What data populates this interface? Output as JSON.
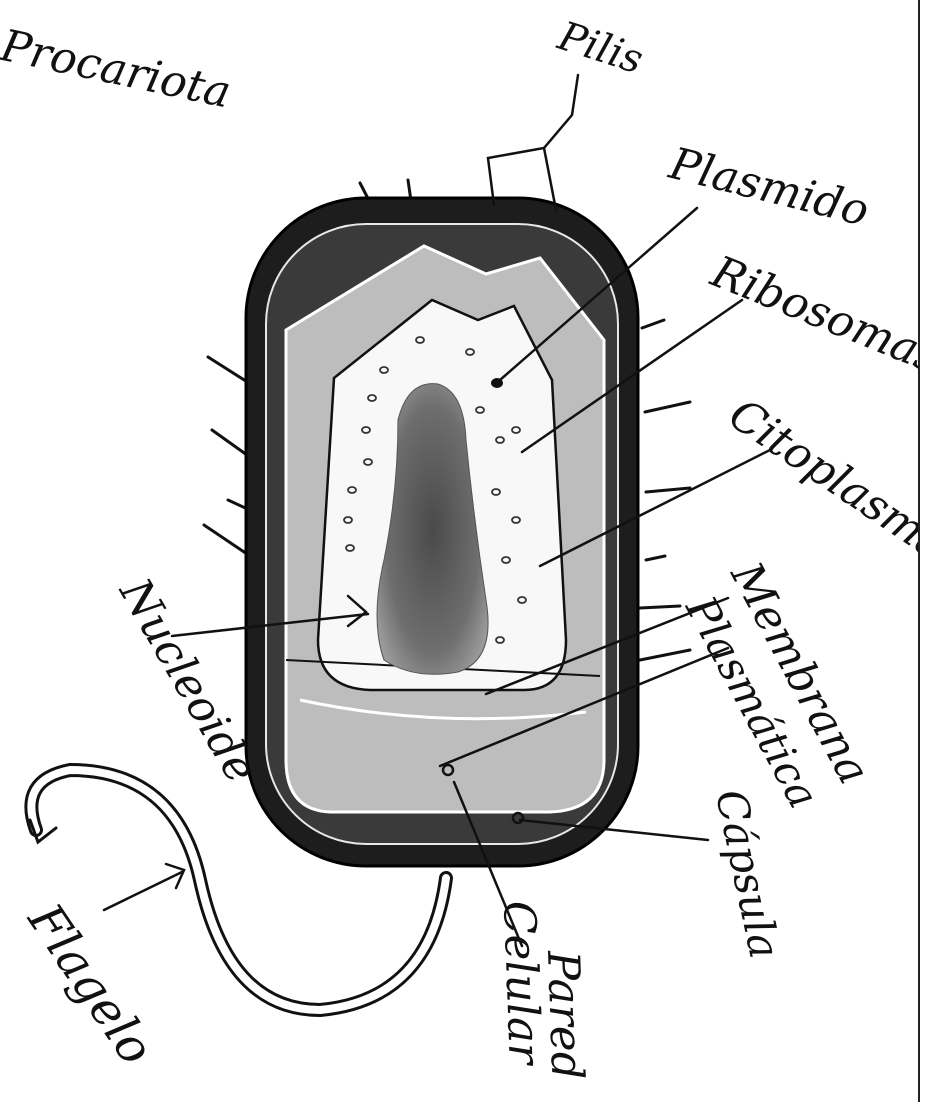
{
  "diagram": {
    "title": "Procariota",
    "labels": {
      "pilis": "Pilis",
      "plasmido": "Plasmido",
      "ribosomas": "Ribosomas",
      "citoplasma": "Citoplasma",
      "membrana_line1": "Membrana",
      "membrana_line2": "Plasmática",
      "capsula": "Cápsula",
      "pared_line1": "Pared",
      "pared_line2": "Celular",
      "nucleoide": "Nucleoide",
      "flagelo": "Flagelo"
    }
  }
}
